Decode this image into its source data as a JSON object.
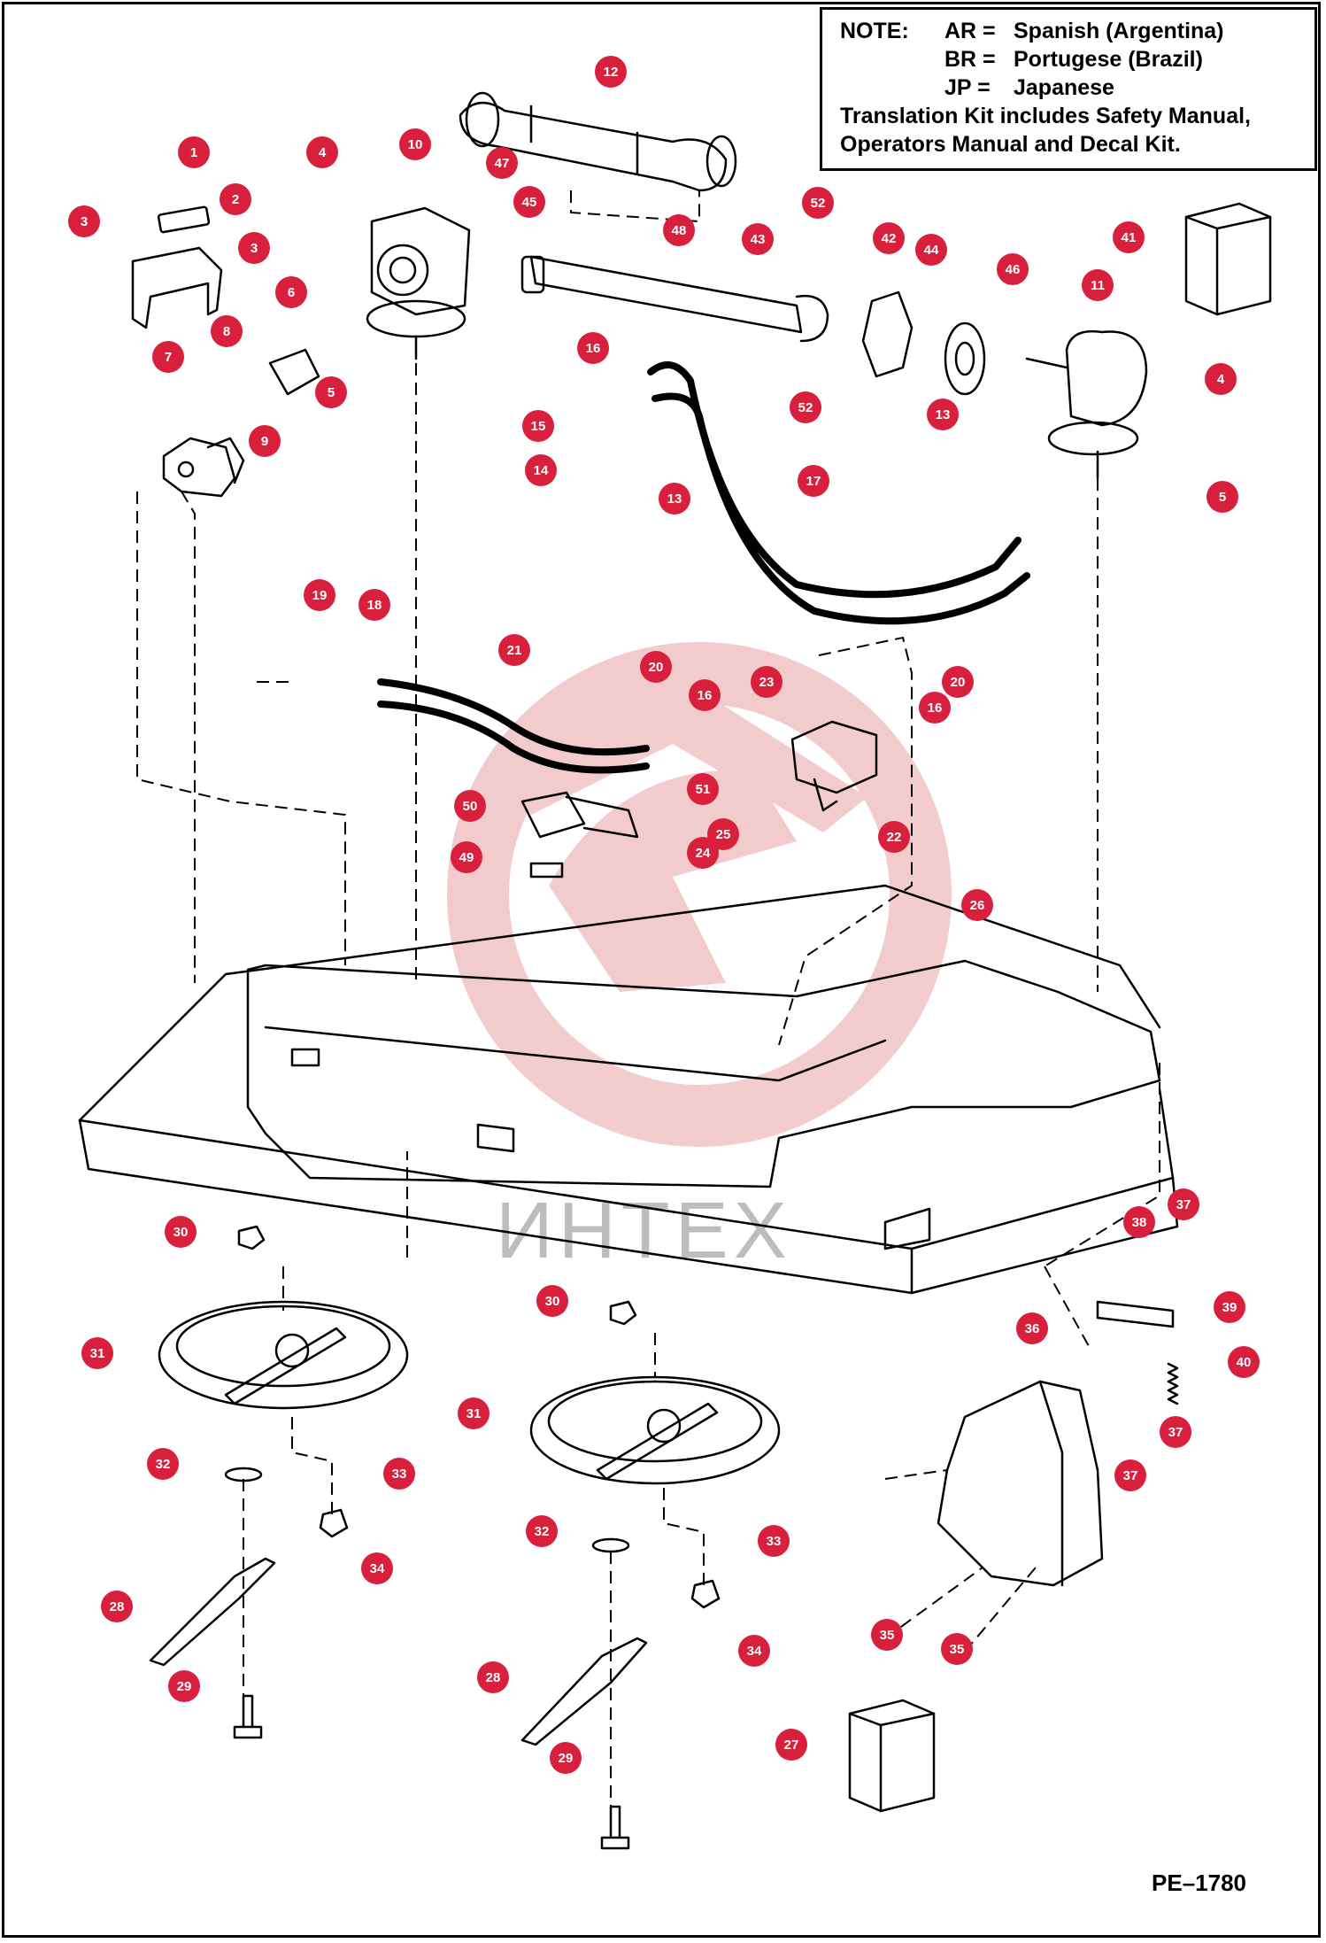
{
  "note": {
    "label": "NOTE:",
    "codes": [
      {
        "code": "AR =",
        "meaning": "Spanish (Argentina)"
      },
      {
        "code": "BR =",
        "meaning": "Portugese (Brazil)"
      },
      {
        "code": "JP =",
        "meaning": "Japanese"
      }
    ],
    "kit_line1": "Translation Kit includes Safety Manual,",
    "kit_line2": "Operators Manual and Decal Kit."
  },
  "watermark": "ИНТЕХ",
  "drawing_number": "PE–1780",
  "colors": {
    "callout": "#d81f3c",
    "line": "#000000",
    "watermark": "#e9a4a4"
  },
  "callouts": [
    "1",
    "2",
    "3",
    "3",
    "4",
    "5",
    "6",
    "7",
    "8",
    "9",
    "10",
    "12",
    "47",
    "45",
    "48",
    "43",
    "52",
    "42",
    "44",
    "46",
    "41",
    "11",
    "4",
    "16",
    "15",
    "14",
    "52",
    "13",
    "13",
    "17",
    "5",
    "19",
    "18",
    "21",
    "20",
    "16",
    "23",
    "20",
    "16",
    "50",
    "51",
    "25",
    "24",
    "22",
    "49",
    "26",
    "30",
    "31",
    "32",
    "33",
    "34",
    "28",
    "29",
    "30",
    "31",
    "32",
    "33",
    "34",
    "28",
    "29",
    "27",
    "37",
    "38",
    "39",
    "36",
    "40",
    "37",
    "37",
    "35",
    "35"
  ]
}
